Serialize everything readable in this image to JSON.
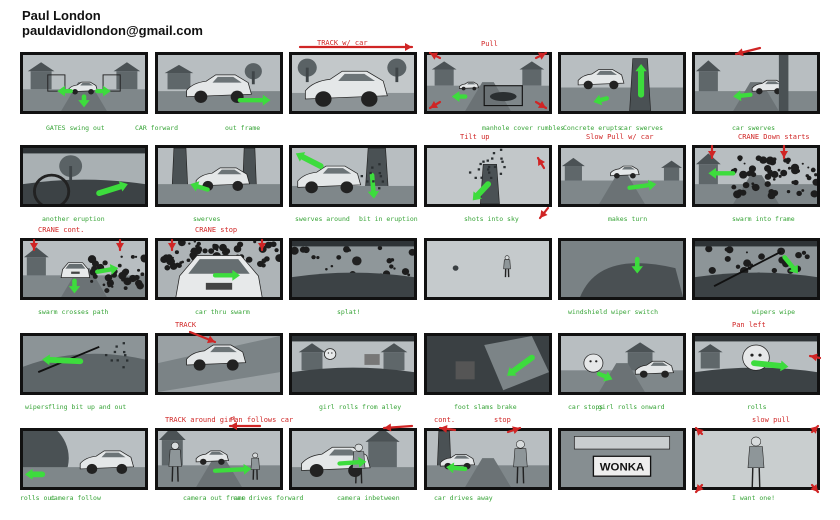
{
  "header": {
    "name": "Paul London",
    "email": "pauldavidlondon@gmail.com"
  },
  "plate_text": "WONKA",
  "colors": {
    "panel_border": "#111111",
    "panel_fill": "#9ca3a6",
    "caption_green": "#35a335",
    "direction_red": "#d02525",
    "motion_green": "#3ddc3d"
  },
  "rows": [
    [
      {
        "scene": "street-gate",
        "captions": [
          "GATES swing out",
          "CAR forward",
          "out frame"
        ],
        "notes": []
      },
      {
        "scene": "car-street",
        "captions": [],
        "notes": []
      },
      {
        "scene": "car-track",
        "captions": [],
        "notes": [
          "TRACK w/ car"
        ]
      },
      {
        "scene": "manhole",
        "captions": [
          "manhole cover rumbles"
        ],
        "notes": [
          "Pull"
        ]
      },
      {
        "scene": "car-pole",
        "captions": [
          "Concrete erupts",
          "car swerves"
        ],
        "notes": []
      },
      {
        "scene": "street-pole",
        "captions": [
          "car swerves"
        ],
        "notes": []
      }
    ],
    [
      {
        "scene": "driver",
        "captions": [
          "another eruption"
        ],
        "notes": []
      },
      {
        "scene": "car-trees",
        "captions": [
          "swerves"
        ],
        "notes": []
      },
      {
        "scene": "car-crash",
        "captions": [
          "swerves around",
          "bit in eruption"
        ],
        "notes": []
      },
      {
        "scene": "tree-debris",
        "captions": [
          "shots into sky"
        ],
        "notes": [
          "Tilt up"
        ]
      },
      {
        "scene": "car-road",
        "captions": [
          "makes turn"
        ],
        "notes": [
          "Slow Pull w/ car"
        ]
      },
      {
        "scene": "swarm-start",
        "captions": [
          "swarm into frame"
        ],
        "notes": [
          "CRANE Down starts"
        ]
      }
    ],
    [
      {
        "scene": "crane-car",
        "captions": [
          "swarm crosses path"
        ],
        "notes": [
          "CRANE cont."
        ]
      },
      {
        "scene": "crane-swarm",
        "captions": [
          "car thru swarm"
        ],
        "notes": [
          "CRANE stop"
        ]
      },
      {
        "scene": "windshield-splat",
        "captions": [
          "splat!"
        ],
        "notes": []
      },
      {
        "scene": "figure-fall",
        "captions": [],
        "notes": []
      },
      {
        "scene": "wiper-switch",
        "captions": [
          "windshield wiper switch"
        ],
        "notes": []
      },
      {
        "scene": "wiper-wipe",
        "captions": [
          "wipers wipe"
        ],
        "notes": []
      }
    ],
    [
      {
        "scene": "wiper-fling",
        "captions": [
          "wipers",
          "fling bit up and out"
        ],
        "notes": []
      },
      {
        "scene": "car-topdown",
        "captions": [],
        "notes": [
          "TRACK"
        ]
      },
      {
        "scene": "dash-alley",
        "captions": [
          "girl rolls from alley"
        ],
        "notes": []
      },
      {
        "scene": "foot-brake",
        "captions": [
          "foot slams brake"
        ],
        "notes": []
      },
      {
        "scene": "girl-rolls",
        "captions": [
          "car stops",
          "girl rolls onward"
        ],
        "notes": []
      },
      {
        "scene": "dash-pan",
        "captions": [
          "rolls"
        ],
        "notes": [
          "Pan left"
        ]
      }
    ],
    [
      {
        "scene": "tunnel-car",
        "captions": [
          "rolls out",
          "camera follow"
        ],
        "notes": []
      },
      {
        "scene": "girl-street",
        "captions": [
          "camera out frame",
          "car drives forward"
        ],
        "notes": [
          "TRACK around girl",
          "Pan follows car"
        ]
      },
      {
        "scene": "car-girl",
        "captions": [
          "camera inbetween"
        ],
        "notes": []
      },
      {
        "scene": "girl-car-road",
        "captions": [
          "car drives away"
        ],
        "notes": [
          "cont.",
          "stop"
        ]
      },
      {
        "scene": "plate",
        "captions": [],
        "notes": []
      },
      {
        "scene": "girl-portrait",
        "captions": [
          "I want one!"
        ],
        "notes": [
          "slow pull"
        ]
      }
    ]
  ]
}
